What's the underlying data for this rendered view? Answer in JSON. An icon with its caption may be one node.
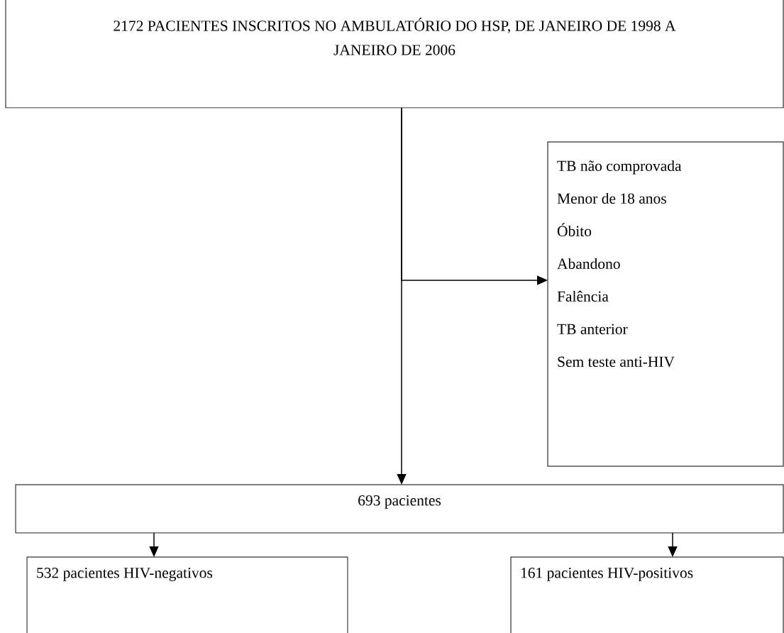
{
  "diagram": {
    "nodes": [
      {
        "text": [
          "2172 PACIENTES INSCRITOS NO AMBULATÓRIO DO HSP, DE JANEIRO DE 1998 A JANEIRO DE 2006"
        ]
      },
      {
        "text": [
          "TB não comprovada",
          "Menor de 18 anos",
          "Óbito",
          "Abandono",
          "Falência",
          "TB anterior",
          "Sem teste anti-HIV"
        ]
      },
      {
        "text": [
          "693 pacientes"
        ]
      },
      {
        "text": [
          "532 pacientes HIV-negativos"
        ]
      },
      {
        "text": [
          "161 pacientes HIV-positivos"
        ]
      }
    ],
    "edges": [
      {
        "from": 0,
        "to": 2,
        "arrow": "to"
      },
      {
        "from": 0,
        "to": 1,
        "arrow": "to"
      },
      {
        "from": 2,
        "to": 3,
        "arrow": "to"
      },
      {
        "from": 2,
        "to": 4,
        "arrow": "to"
      }
    ]
  }
}
